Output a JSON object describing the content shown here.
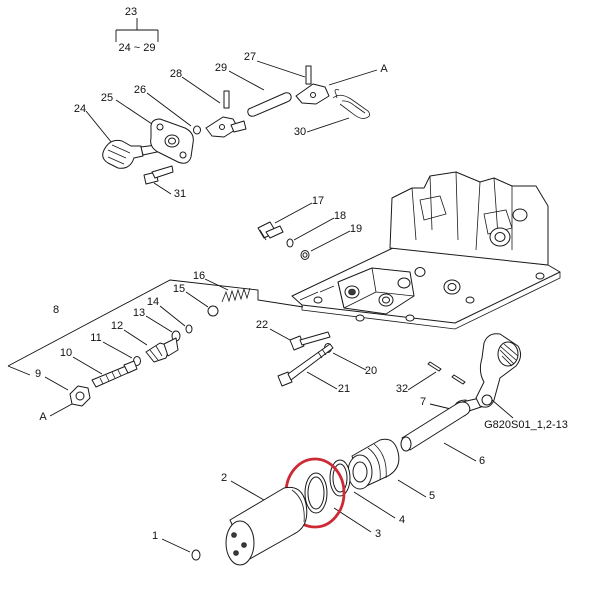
{
  "diagram": {
    "labels": {
      "l23": "23",
      "l24_29": "24 ~ 29",
      "l27": "27",
      "lA_top": "A",
      "l28": "28",
      "l29": "29",
      "l26": "26",
      "l25": "25",
      "l24": "24",
      "l30": "30",
      "l31": "31",
      "l17": "17",
      "l18": "18",
      "l19": "19",
      "l16": "16",
      "l15": "15",
      "l14": "14",
      "l8": "8",
      "l13": "13",
      "l12": "12",
      "l11": "11",
      "l10": "10",
      "l9": "9",
      "lA_bottom": "A",
      "l22": "22",
      "l20": "20",
      "l21": "21",
      "l32": "32",
      "l7": "7",
      "ref": "G820S01_1,2-13",
      "l6": "6",
      "l2": "2",
      "l5": "5",
      "l4": "4",
      "l3": "3",
      "l1": "1"
    },
    "highlight": {
      "part": "3",
      "color": "#cc2b36"
    },
    "colors": {
      "line": "#111111",
      "shade": "#d9d9d9"
    }
  }
}
